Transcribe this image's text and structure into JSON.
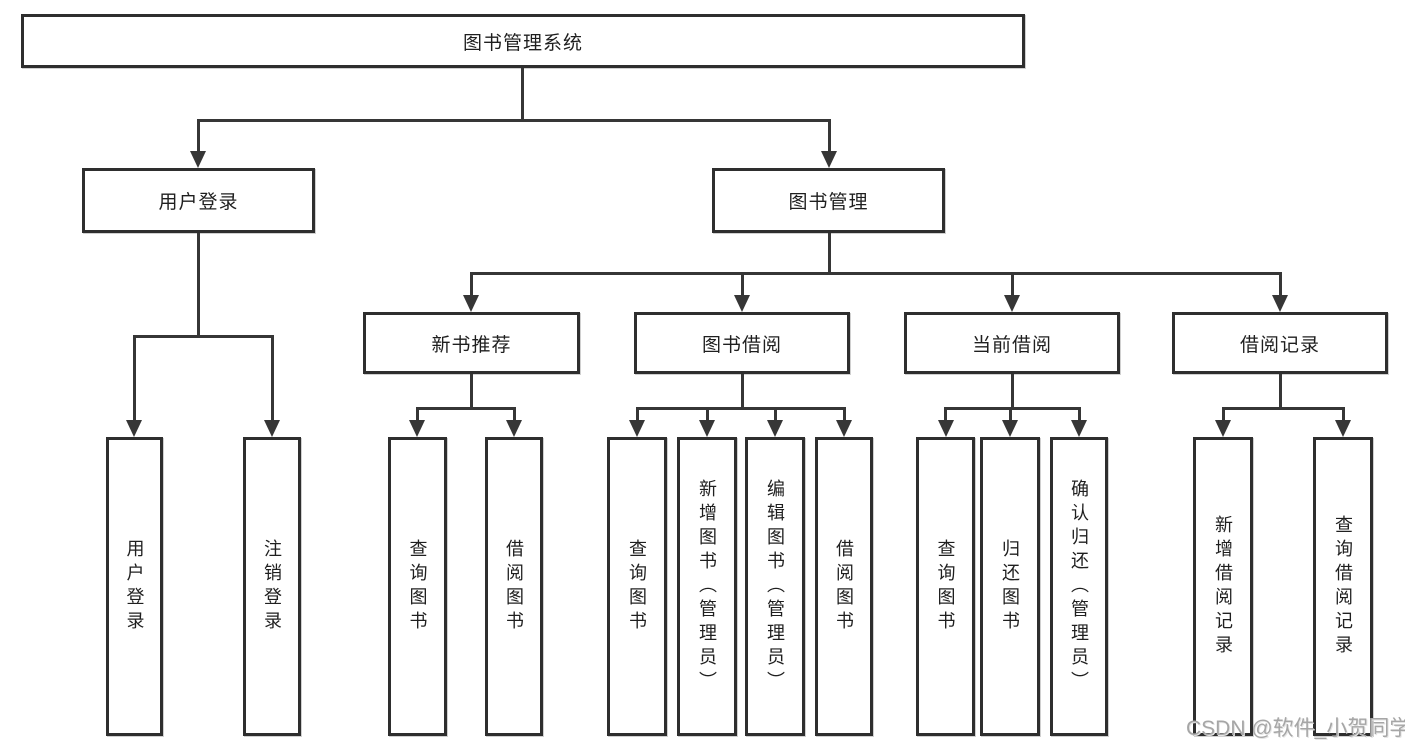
{
  "title": "图书管理系统",
  "watermark": "CSDN @软件_小贺同学",
  "colors": {
    "line": "#363636",
    "border": "#2e2e2e",
    "text": "#1f1f1f",
    "background": "#ffffff",
    "watermark": "#a6a6a6"
  },
  "tree": {
    "label": "图书管理系统",
    "children": [
      {
        "label": "用户登录",
        "children": [
          {
            "label": "用户登录"
          },
          {
            "label": "注销登录"
          }
        ]
      },
      {
        "label": "图书管理",
        "children": [
          {
            "label": "新书推荐",
            "children": [
              {
                "label": "查询图书"
              },
              {
                "label": "借阅图书"
              }
            ]
          },
          {
            "label": "图书借阅",
            "children": [
              {
                "label": "查询图书"
              },
              {
                "label": "新增图书（管理员）"
              },
              {
                "label": "编辑图书（管理员）"
              },
              {
                "label": "借阅图书"
              }
            ]
          },
          {
            "label": "当前借阅",
            "children": [
              {
                "label": "查询图书"
              },
              {
                "label": "归还图书"
              },
              {
                "label": "确认归还（管理员）"
              }
            ]
          },
          {
            "label": "借阅记录",
            "children": [
              {
                "label": "新增借阅记录"
              },
              {
                "label": "查询借阅记录"
              }
            ]
          }
        ]
      }
    ]
  }
}
